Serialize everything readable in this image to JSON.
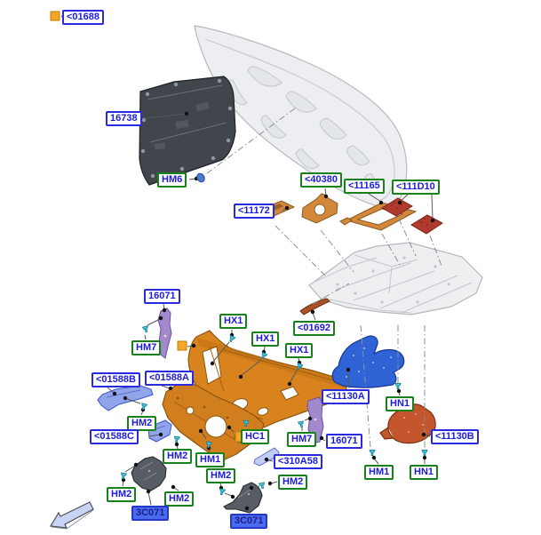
{
  "diagram": {
    "kind": "exploded-parts-diagram",
    "description": "Vehicle hood, dash panel and floor insulation exploded view with part-number callouts"
  },
  "legend": {
    "marker_label": "<01688"
  },
  "labels": [
    {
      "text": "<01688",
      "style": "blue"
    },
    {
      "text": "16738",
      "style": "blue"
    },
    {
      "text": "HM6",
      "style": "green"
    },
    {
      "text": "<11172",
      "style": "blue"
    },
    {
      "text": "<40380",
      "style": "green"
    },
    {
      "text": "<11165",
      "style": "green"
    },
    {
      "text": "<111D10",
      "style": "green"
    },
    {
      "text": "16071",
      "style": "blue"
    },
    {
      "text": "HX1",
      "style": "green"
    },
    {
      "text": "HX1",
      "style": "green"
    },
    {
      "text": "HX1",
      "style": "green"
    },
    {
      "text": "<01692",
      "style": "green"
    },
    {
      "text": "HM7",
      "style": "green"
    },
    {
      "text": "<01588B",
      "style": "blue"
    },
    {
      "text": "<01588A",
      "style": "blue"
    },
    {
      "text": "<11130A",
      "style": "blue"
    },
    {
      "text": "HN1",
      "style": "green"
    },
    {
      "text": "HM2",
      "style": "green"
    },
    {
      "text": "<01588C",
      "style": "blue"
    },
    {
      "text": "HC1",
      "style": "green"
    },
    {
      "text": "HM7",
      "style": "green"
    },
    {
      "text": "16071",
      "style": "blue"
    },
    {
      "text": "<11130B",
      "style": "blue"
    },
    {
      "text": "<310A58",
      "style": "blue"
    },
    {
      "text": "HM2",
      "style": "green"
    },
    {
      "text": "HM1",
      "style": "green"
    },
    {
      "text": "HM2",
      "style": "green"
    },
    {
      "text": "HM2",
      "style": "green"
    },
    {
      "text": "HM1",
      "style": "green"
    },
    {
      "text": "HN1",
      "style": "green"
    },
    {
      "text": "HM2",
      "style": "green"
    },
    {
      "text": "HM2",
      "style": "green"
    },
    {
      "text": "3C071",
      "style": "selected"
    },
    {
      "text": "3C071",
      "style": "selected"
    }
  ],
  "colors": {
    "hood": "#eceef1",
    "insulator": "#41454c",
    "plate_orange": "#d2873b",
    "pad_red": "#b03a2e",
    "floor": "#edeff1",
    "trim_01692": "#a8512b",
    "purple": "#a289cc",
    "dash_panel": "#d9831f",
    "cowl_panel": "#d07e1e",
    "bracket_periwinkle": "#93a5ea",
    "strip_periwinkle": "#c2cdf4",
    "shield_blue": "#2f63d6",
    "bracket_red": "#c3562d",
    "bracket_dark": "#585c64",
    "clip_cyan": "#45c8e0",
    "grommet_blue": "#4a7ad0",
    "marker_orange": "#f5a623",
    "arrow": "#c9d3f5"
  },
  "parts": [
    "hood-panel",
    "hood-insulator-16738",
    "plate-11172",
    "plate-40380",
    "gasket-11165",
    "pad-111D10-upper",
    "pad-111D10-lower",
    "floor-panel",
    "trim-01692",
    "brace-16071-left",
    "dash-panel",
    "cowl-panel-01588A",
    "bracket-01588B",
    "bracket-01588C",
    "shield-11130A",
    "bracket-11130B",
    "brace-16071-right",
    "strip-310A58",
    "bracket-3C071-left",
    "bracket-3C071-right",
    "direction-arrow"
  ]
}
